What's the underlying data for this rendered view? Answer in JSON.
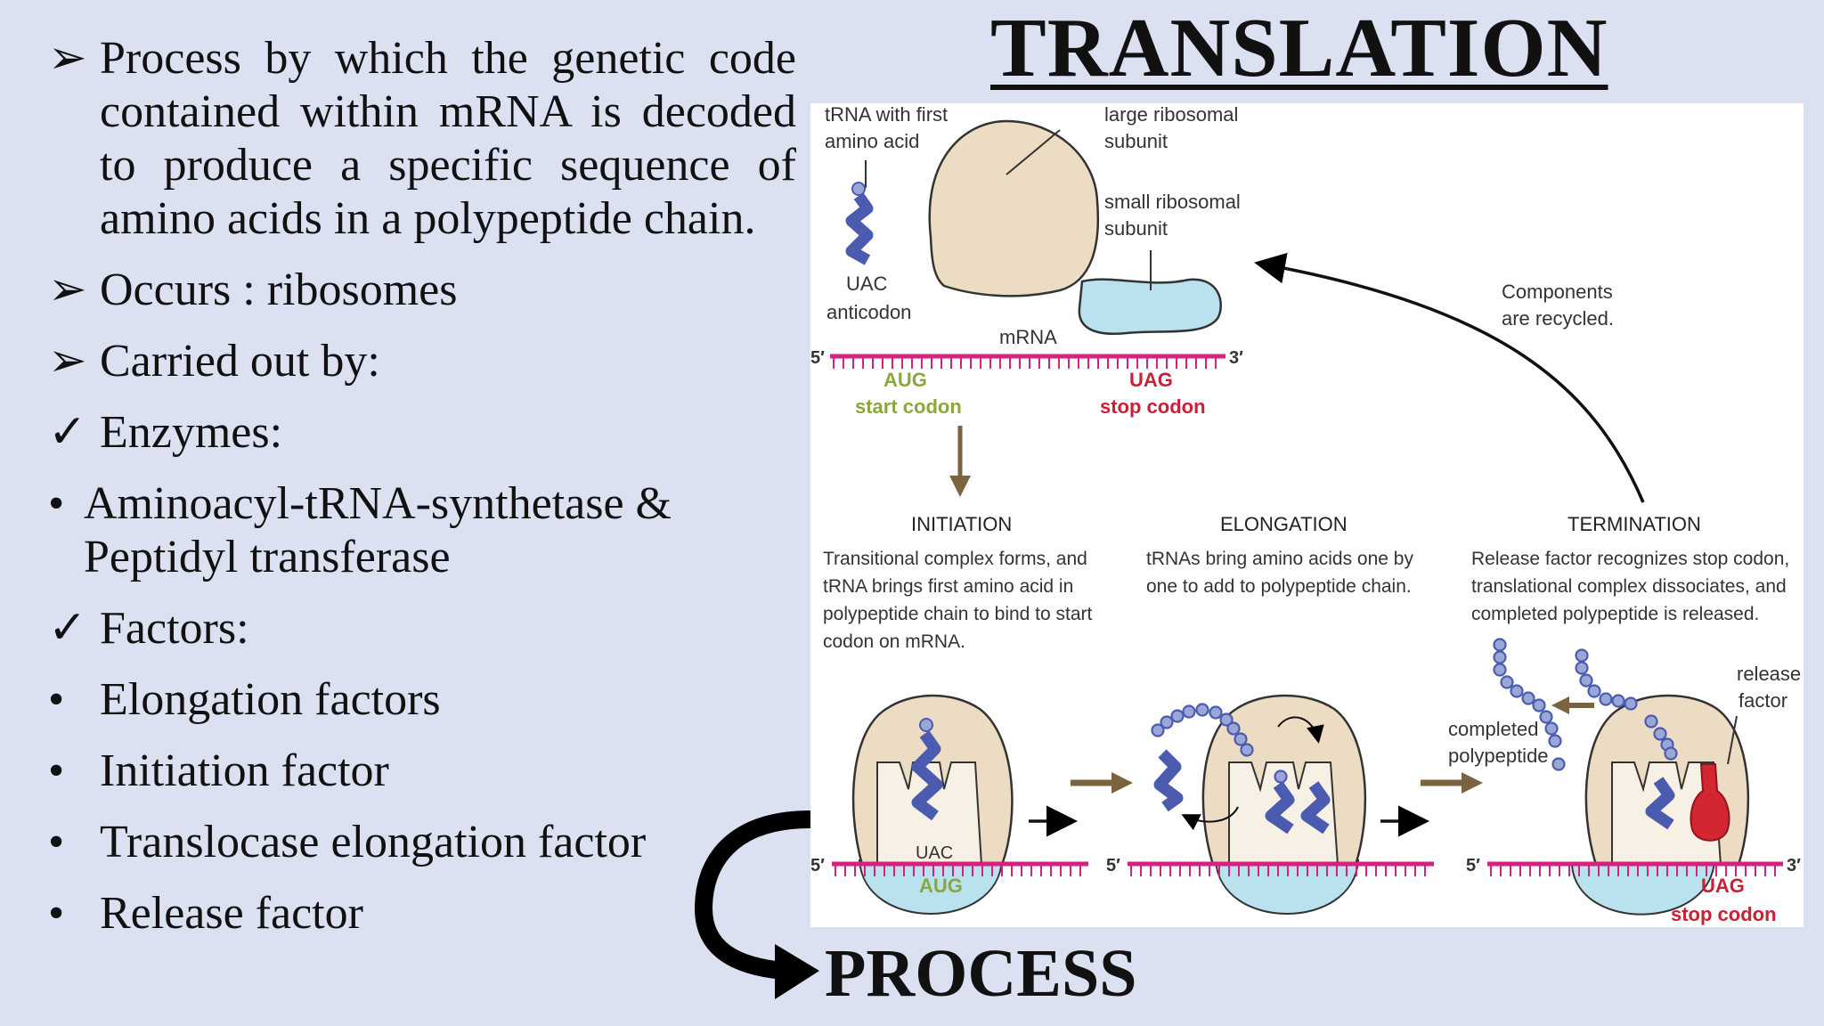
{
  "title": "TRANSLATION",
  "process_label": "PROCESS",
  "bullets": [
    {
      "marker": "arrow",
      "text": "Process by which the genetic code contained within mRNA is decoded to produce a specific sequence of amino acids in a polypeptide chain."
    },
    {
      "marker": "arrow",
      "text": "Occurs : ribosomes"
    },
    {
      "marker": "arrow",
      "text": "Carried out by:"
    },
    {
      "marker": "check",
      "text": "Enzymes:"
    },
    {
      "marker": "dot",
      "text": "Aminoacyl-tRNA-synthetase & Peptidyl transferase"
    },
    {
      "marker": "check",
      "text": "Factors:"
    },
    {
      "marker": "dot",
      "text": "Elongation factors"
    },
    {
      "marker": "dot",
      "text": "Initiation factor"
    },
    {
      "marker": "dot",
      "text": "Translocase elongation factor"
    },
    {
      "marker": "dot",
      "text": "Release factor"
    }
  ],
  "diagram": {
    "trna_label": [
      "tRNA with first",
      "amino acid"
    ],
    "large_subunit_label": [
      "large ribosomal",
      "subunit"
    ],
    "small_subunit_label": [
      "small ribosomal",
      "subunit"
    ],
    "anticodon_code": "UAC",
    "anticodon_label": "anticodon",
    "mrna_label": "mRNA",
    "five_prime": "5′",
    "three_prime": "3′",
    "start_codon_code": "AUG",
    "start_codon_label": "start codon",
    "stop_codon_code": "UAG",
    "stop_codon_label": "stop codon",
    "recycle_label": [
      "Components",
      "are recycled."
    ],
    "stages": [
      {
        "name": "INITIATION",
        "desc": [
          "Transitional complex forms, and",
          "tRNA brings first amino acid in",
          "polypeptide chain to bind to start",
          "codon on mRNA."
        ]
      },
      {
        "name": "ELONGATION",
        "desc": [
          "tRNAs bring amino acids one by",
          "one to add to polypeptide chain."
        ]
      },
      {
        "name": "TERMINATION",
        "desc": [
          "Release factor recognizes stop codon,",
          "translational complex dissociates, and",
          "completed polypeptide is released."
        ]
      }
    ],
    "release_factor_label": [
      "release",
      "factor"
    ],
    "completed_polypeptide_label": [
      "completed",
      "polypeptide"
    ],
    "colors": {
      "mrna": "#d6217f",
      "trna": "#4b5bb0",
      "large_subunit": "#ecdcc4",
      "small_subunit": "#b9e2ee",
      "start": "#8aa83a",
      "stop": "#cc1f35",
      "release_factor": "#d42630",
      "arrow": "#7a6440"
    }
  }
}
